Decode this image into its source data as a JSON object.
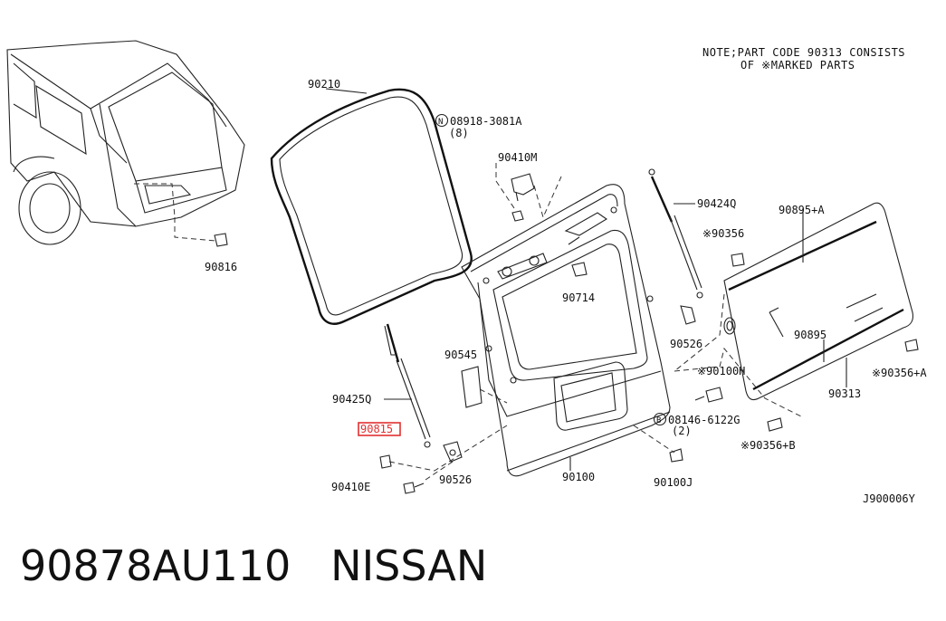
{
  "diagram_code": "J900006Y",
  "note": {
    "line1": "NOTE;PART CODE 90313 CONSISTS",
    "line2": "OF ※MARKED PARTS"
  },
  "labels": {
    "p90210": "90210",
    "p08918": "08918-3081A",
    "p08918_qty": "(8)",
    "p90410M": "90410M",
    "p90424Q": "90424Q",
    "p90816": "90816",
    "p90356": "※90356",
    "p90895A": "90895+A",
    "p90714": "90714",
    "p90545": "90545",
    "p90526_right": "90526",
    "p90895": "90895",
    "p90100H": "※90100H",
    "p90356A": "※90356+A",
    "p90425Q": "90425Q",
    "p90815": "90815",
    "p90313": "90313",
    "p08146": "08146-6122G",
    "p08146_qty": "(2)",
    "p90356B": "※90356+B",
    "p90410E": "90410E",
    "p90526_left": "90526",
    "p90100": "90100",
    "p90100J": "90100J",
    "badge_n": "N",
    "badge_b": "B"
  },
  "footer": {
    "part_number": "90878AU110",
    "brand": "NISSAN"
  },
  "colors": {
    "highlight": "#e23030",
    "ink": "#111111"
  }
}
